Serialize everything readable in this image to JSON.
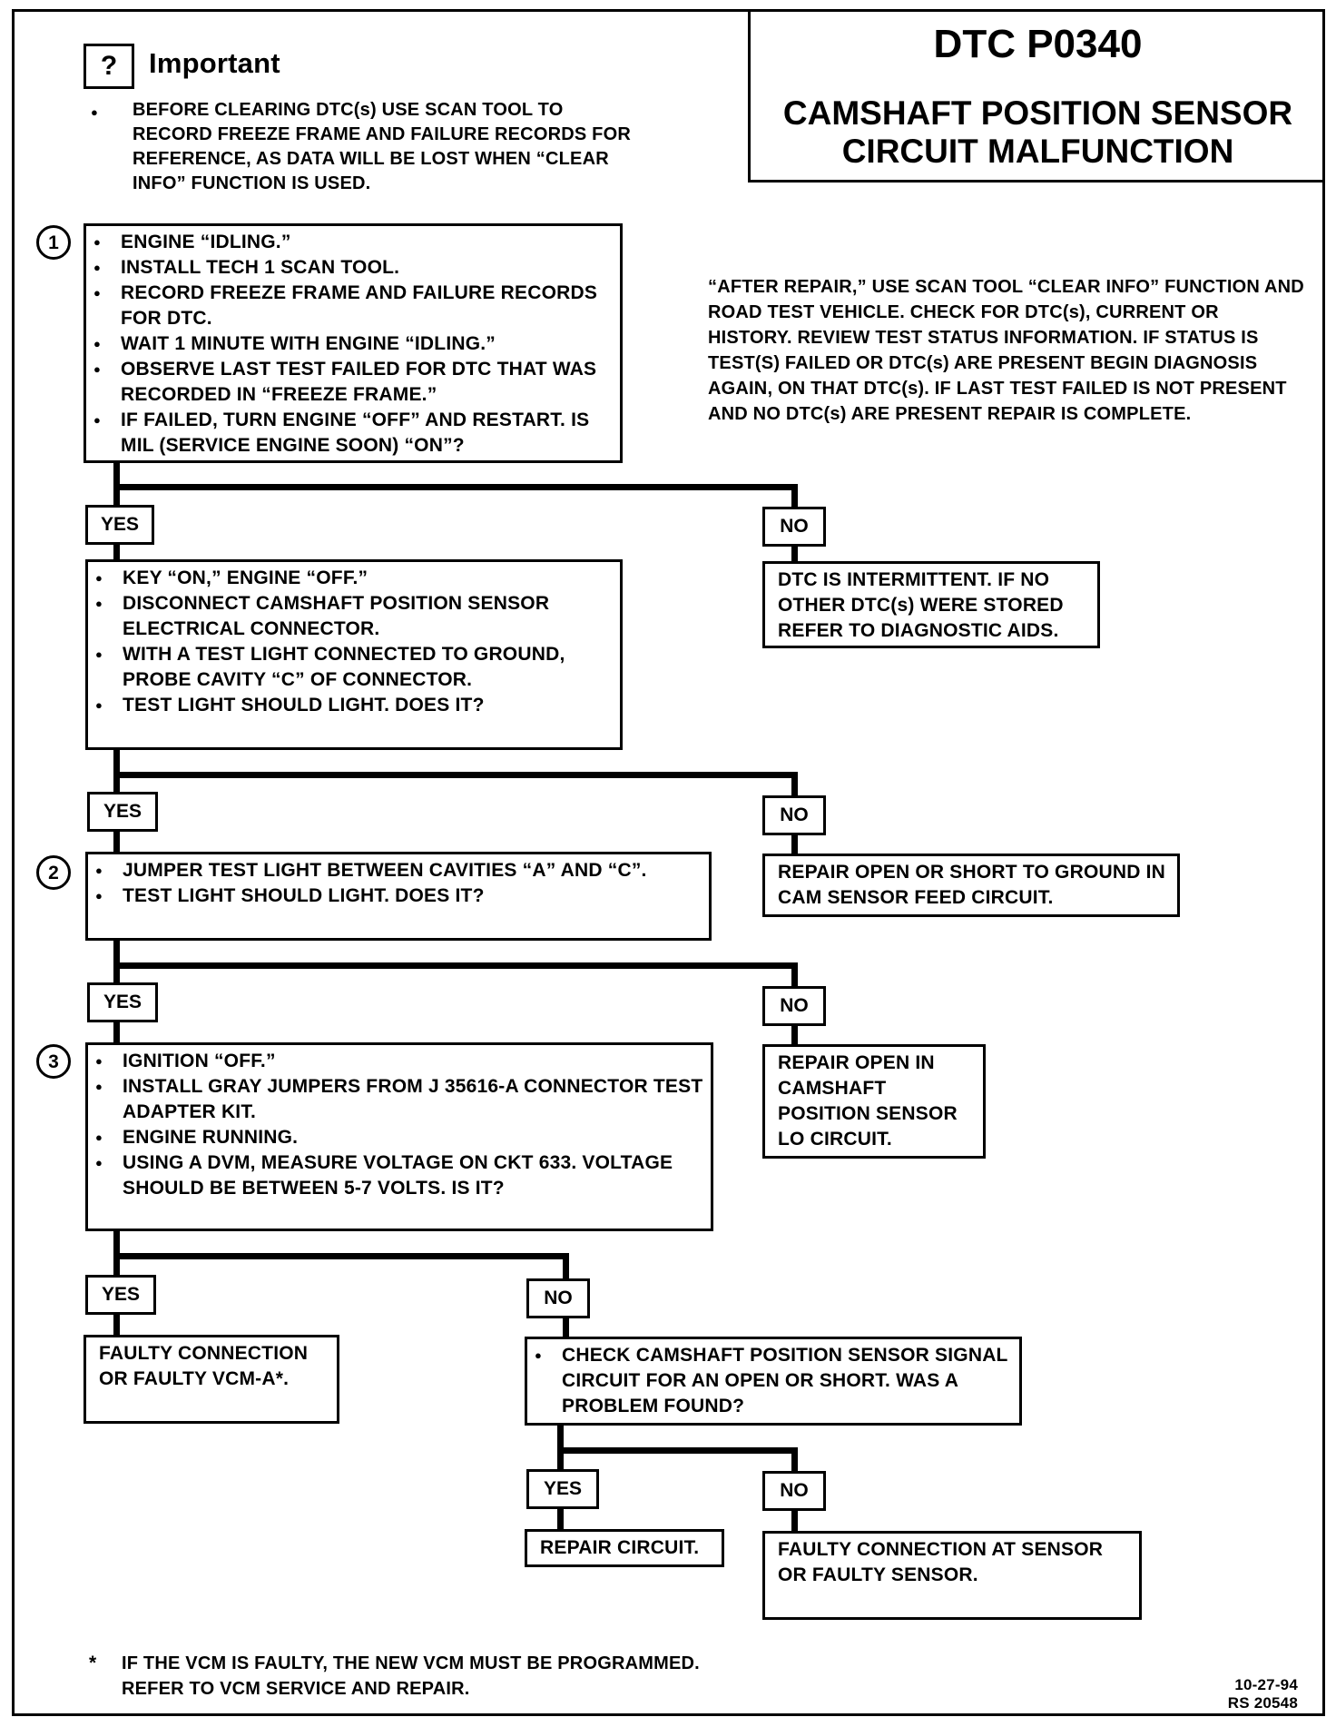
{
  "title_block": {
    "code": "DTC P0340",
    "line1": "CAMSHAFT POSITION SENSOR",
    "line2": "CIRCUIT MALFUNCTION"
  },
  "important": {
    "icon_glyph": "?",
    "heading": "Important",
    "text": "BEFORE CLEARING DTC(s) USE SCAN TOOL TO RECORD FREEZE FRAME AND FAILURE RECORDS FOR REFERENCE, AS DATA WILL BE LOST WHEN “CLEAR INFO” FUNCTION IS USED."
  },
  "after_repair_note": "“AFTER REPAIR,” USE SCAN TOOL “CLEAR INFO” FUNCTION AND ROAD TEST VEHICLE. CHECK FOR DTC(s), CURRENT OR HISTORY. REVIEW TEST STATUS INFORMATION. IF STATUS IS TEST(S) FAILED OR DTC(s) ARE PRESENT BEGIN DIAGNOSIS AGAIN, ON THAT DTC(s). IF LAST TEST FAILED IS NOT PRESENT AND NO DTC(s) ARE PRESENT REPAIR IS COMPLETE.",
  "steps": {
    "s1": {
      "number": "1",
      "items": [
        "ENGINE “IDLING.”",
        "INSTALL TECH 1 SCAN TOOL.",
        "RECORD FREEZE FRAME AND FAILURE RECORDS FOR DTC.",
        "WAIT 1 MINUTE WITH ENGINE “IDLING.”",
        "OBSERVE LAST TEST FAILED FOR DTC THAT WAS RECORDED IN “FREEZE FRAME.”",
        "IF FAILED, TURN ENGINE “OFF” AND RESTART. IS MIL (SERVICE ENGINE SOON) “ON”?"
      ]
    },
    "s1_no_result": "DTC IS INTERMITTENT.  IF NO OTHER DTC(s) WERE STORED REFER TO DIAGNOSTIC AIDS.",
    "s_key": {
      "items": [
        "KEY “ON,” ENGINE “OFF.”",
        "DISCONNECT CAMSHAFT POSITION SENSOR ELECTRICAL CONNECTOR.",
        "WITH A TEST LIGHT CONNECTED TO GROUND, PROBE CAVITY “C” OF CONNECTOR.",
        "TEST LIGHT SHOULD LIGHT. DOES IT?"
      ]
    },
    "s_key_no_result": "REPAIR OPEN OR SHORT TO GROUND IN CAM SENSOR FEED CIRCUIT.",
    "s2": {
      "number": "2",
      "items": [
        "JUMPER TEST LIGHT BETWEEN CAVITIES “A” AND “C”.",
        "TEST LIGHT SHOULD LIGHT. DOES IT?"
      ]
    },
    "s2_no_result": "REPAIR OPEN IN CAMSHAFT POSITION SENSOR LO CIRCUIT.",
    "s3": {
      "number": "3",
      "items": [
        "IGNITION “OFF.”",
        "INSTALL GRAY JUMPERS FROM J 35616-A CONNECTOR TEST ADAPTER KIT.",
        "ENGINE RUNNING.",
        "USING A DVM, MEASURE VOLTAGE ON CKT 633. VOLTAGE SHOULD BE BETWEEN 5-7 VOLTS. IS IT?"
      ]
    },
    "s3_yes_result": "FAULTY CONNECTION OR FAULTY VCM-A*.",
    "s3_no_check": "CHECK CAMSHAFT POSITION SENSOR SIGNAL CIRCUIT FOR AN OPEN OR SHORT. WAS A PROBLEM FOUND?",
    "check_yes_result": "REPAIR CIRCUIT.",
    "check_no_result": "FAULTY CONNECTION AT SENSOR OR FAULTY SENSOR."
  },
  "labels": {
    "yes": "YES",
    "no": "NO"
  },
  "footnote": {
    "marker": "*",
    "text": "IF THE VCM IS FAULTY, THE NEW VCM MUST BE PROGRAMMED. REFER TO VCM SERVICE AND REPAIR."
  },
  "doc_date": "10-27-94",
  "doc_ref": "RS 20548"
}
